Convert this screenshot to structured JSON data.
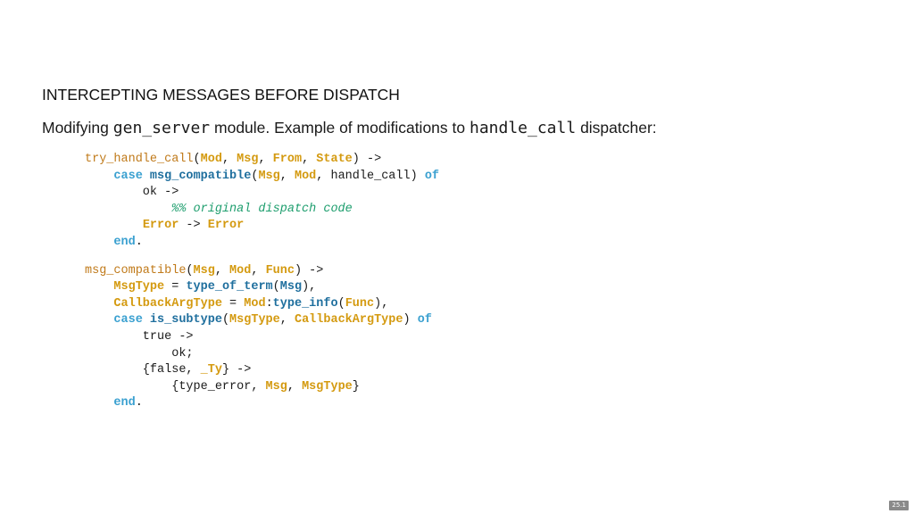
{
  "slide": {
    "title": "INTERCEPTING MESSAGES BEFORE DISPATCH",
    "subtitle": {
      "part1": "Modifying ",
      "code1": "gen_server",
      "part2": " module. Example of modifications to ",
      "code2": "handle_call",
      "part3": " dispatcher:"
    },
    "slide_number": "25.1"
  },
  "code": {
    "lines": [
      [
        {
          "t": "try_handle_call",
          "c": "fn"
        },
        {
          "t": "(",
          "c": "txt"
        },
        {
          "t": "Mod",
          "c": "var"
        },
        {
          "t": ", ",
          "c": "txt"
        },
        {
          "t": "Msg",
          "c": "var"
        },
        {
          "t": ", ",
          "c": "txt"
        },
        {
          "t": "From",
          "c": "var"
        },
        {
          "t": ", ",
          "c": "txt"
        },
        {
          "t": "State",
          "c": "var"
        },
        {
          "t": ") ->",
          "c": "txt"
        }
      ],
      [
        {
          "t": "    ",
          "c": "txt"
        },
        {
          "t": "case",
          "c": "kw"
        },
        {
          "t": " ",
          "c": "txt"
        },
        {
          "t": "msg_compatible",
          "c": "call"
        },
        {
          "t": "(",
          "c": "txt"
        },
        {
          "t": "Msg",
          "c": "var"
        },
        {
          "t": ", ",
          "c": "txt"
        },
        {
          "t": "Mod",
          "c": "var"
        },
        {
          "t": ", handle_call) ",
          "c": "txt"
        },
        {
          "t": "of",
          "c": "kw"
        }
      ],
      [
        {
          "t": "        ok ->",
          "c": "txt"
        }
      ],
      [
        {
          "t": "            ",
          "c": "txt"
        },
        {
          "t": "%% original dispatch code",
          "c": "cmt"
        }
      ],
      [
        {
          "t": "        ",
          "c": "txt"
        },
        {
          "t": "Error",
          "c": "var"
        },
        {
          "t": " -> ",
          "c": "txt"
        },
        {
          "t": "Error",
          "c": "var"
        }
      ],
      [
        {
          "t": "    ",
          "c": "txt"
        },
        {
          "t": "end",
          "c": "kw"
        },
        {
          "t": ".",
          "c": "txt"
        }
      ],
      "gap",
      [
        {
          "t": "msg_compatible",
          "c": "fn"
        },
        {
          "t": "(",
          "c": "txt"
        },
        {
          "t": "Msg",
          "c": "var"
        },
        {
          "t": ", ",
          "c": "txt"
        },
        {
          "t": "Mod",
          "c": "var"
        },
        {
          "t": ", ",
          "c": "txt"
        },
        {
          "t": "Func",
          "c": "var"
        },
        {
          "t": ") ->",
          "c": "txt"
        }
      ],
      [
        {
          "t": "    ",
          "c": "txt"
        },
        {
          "t": "MsgType",
          "c": "var"
        },
        {
          "t": " = ",
          "c": "txt"
        },
        {
          "t": "type_of_term",
          "c": "call"
        },
        {
          "t": "(",
          "c": "txt"
        },
        {
          "t": "Msg",
          "c": "call"
        },
        {
          "t": "),",
          "c": "txt"
        }
      ],
      [
        {
          "t": "    ",
          "c": "txt"
        },
        {
          "t": "CallbackArgType",
          "c": "var"
        },
        {
          "t": " = ",
          "c": "txt"
        },
        {
          "t": "Mod",
          "c": "var"
        },
        {
          "t": ":",
          "c": "txt"
        },
        {
          "t": "type_info",
          "c": "call"
        },
        {
          "t": "(",
          "c": "txt"
        },
        {
          "t": "Func",
          "c": "var"
        },
        {
          "t": "),",
          "c": "txt"
        }
      ],
      [
        {
          "t": "    ",
          "c": "txt"
        },
        {
          "t": "case",
          "c": "kw"
        },
        {
          "t": " ",
          "c": "txt"
        },
        {
          "t": "is_subtype",
          "c": "call"
        },
        {
          "t": "(",
          "c": "txt"
        },
        {
          "t": "MsgType",
          "c": "var"
        },
        {
          "t": ", ",
          "c": "txt"
        },
        {
          "t": "CallbackArgType",
          "c": "var"
        },
        {
          "t": ") ",
          "c": "txt"
        },
        {
          "t": "of",
          "c": "kw"
        }
      ],
      [
        {
          "t": "        true ->",
          "c": "txt"
        }
      ],
      [
        {
          "t": "            ok;",
          "c": "txt"
        }
      ],
      [
        {
          "t": "        {false, ",
          "c": "txt"
        },
        {
          "t": "_Ty",
          "c": "var"
        },
        {
          "t": "} ->",
          "c": "txt"
        }
      ],
      [
        {
          "t": "            {type_error, ",
          "c": "txt"
        },
        {
          "t": "Msg",
          "c": "var"
        },
        {
          "t": ", ",
          "c": "txt"
        },
        {
          "t": "MsgType",
          "c": "var"
        },
        {
          "t": "}",
          "c": "txt"
        }
      ],
      [
        {
          "t": "    ",
          "c": "txt"
        },
        {
          "t": "end",
          "c": "kw"
        },
        {
          "t": ".",
          "c": "txt"
        }
      ]
    ]
  }
}
